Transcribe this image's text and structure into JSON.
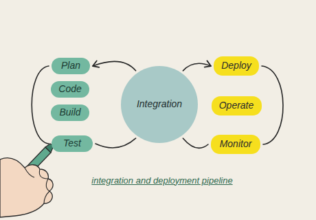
{
  "diagram": {
    "caption": "integration and deployment pipeline",
    "nodes": [
      {
        "text": [
          "Plan"
        ]
      },
      {
        "text": [
          "Code"
        ]
      },
      {
        "text": [
          "Build"
        ]
      },
      {
        "text": [
          "Test"
        ]
      },
      {
        "text": [
          "Integration"
        ]
      },
      {
        "text": [
          "Deploy"
        ]
      },
      {
        "text": [
          "Operate"
        ]
      },
      {
        "text": [
          "Monitor"
        ]
      }
    ],
    "edges": [
      {
        "from": 4,
        "to": 0,
        "arrow": "to"
      },
      {
        "from": 3,
        "to": 4,
        "arrow": "none"
      },
      {
        "from": 4,
        "to": 5,
        "arrow": "to"
      },
      {
        "from": 7,
        "to": 4,
        "arrow": "none"
      },
      {
        "from": 0,
        "to": 3,
        "arrow": "none"
      },
      {
        "from": 5,
        "to": 7,
        "arrow": "none"
      }
    ]
  }
}
